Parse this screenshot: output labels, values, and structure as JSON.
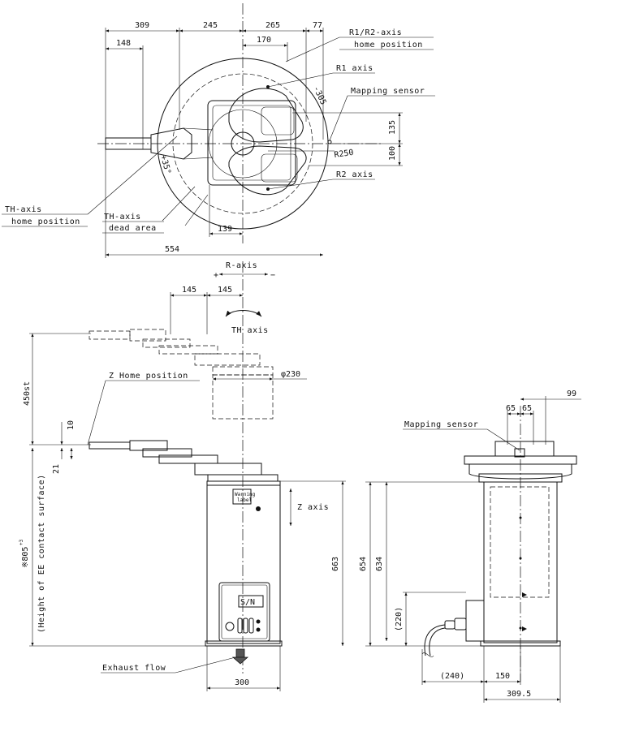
{
  "top_view": {
    "dim_309": "309",
    "dim_245": "245",
    "dim_265": "265",
    "dim_77": "77",
    "dim_148": "148",
    "dim_170": "170",
    "dim_135": "135",
    "dim_100": "100",
    "dim_139": "139",
    "dim_554": "554",
    "r250": "R250",
    "r305": "-305",
    "ang35": "+35°",
    "label_r1r2_line1": "R1/R2-axis",
    "label_r1r2_line2": "home position",
    "label_r1": "R1 axis",
    "label_mapping": "Mapping sensor",
    "label_r2": "R2 axis",
    "label_th_home_line1": "TH-axis",
    "label_th_home_line2": "home position",
    "label_th_dead_line1": "TH-axis",
    "label_th_dead_line2": "dead area"
  },
  "front_view": {
    "r_axis": "R-axis",
    "r_plus": "+",
    "r_minus": "−",
    "dim_145_left": "145",
    "dim_145_right": "145",
    "th_axis": "TH axis",
    "phi230": "φ230",
    "z_home": "Z Home position",
    "dim_450st": "450st",
    "dim_10": "10",
    "dim_21": "21",
    "height_note": "※805",
    "height_tol": "+3",
    "height_caption": "(Height of EE contact surface)",
    "warning_line1": "Warning",
    "warning_line2": "label",
    "z_axis": "Z axis",
    "dim_663": "663",
    "sn": "S/N",
    "exhaust": "Exhaust flow",
    "dim_300": "300"
  },
  "side_view": {
    "dim_65a": "65",
    "dim_65b": "65",
    "dim_99": "99",
    "mapping": "Mapping sensor",
    "dim_654": "654",
    "dim_634": "634",
    "dim_220": "(220)",
    "dim_240": "(240)",
    "dim_150": "150",
    "dim_3095": "309.5"
  }
}
